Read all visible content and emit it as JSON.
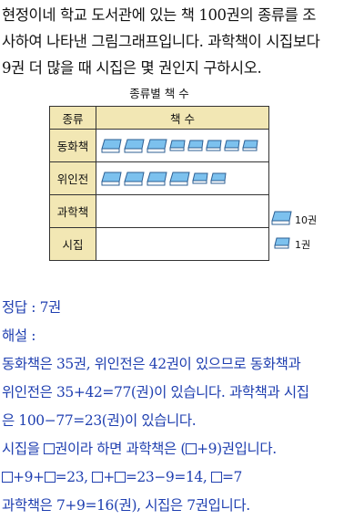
{
  "problem": {
    "lines": [
      "현정이네 학교 도서관에 있는 책 100권의 종류를 조",
      "사하여 나타낸 그림그래프입니다. 과학책이 시집보다",
      "9권 더 많을 때 시집은 몇 권인지 구하시오."
    ]
  },
  "chart_data": {
    "type": "table",
    "title": "종류별 책 수",
    "header": {
      "category": "종류",
      "count": "책 수"
    },
    "rows": [
      {
        "category": "동화책",
        "big": 3,
        "small": 5,
        "value": 35
      },
      {
        "category": "위인전",
        "big": 4,
        "small": 2,
        "value": 42
      },
      {
        "category": "과학책",
        "big": 0,
        "small": 0,
        "value": null
      },
      {
        "category": "시집",
        "big": 0,
        "small": 0,
        "value": null
      }
    ],
    "legend": [
      {
        "icon": "big-book-icon",
        "label": "10권"
      },
      {
        "icon": "small-book-icon",
        "label": "1권"
      }
    ]
  },
  "colors": {
    "book_fill": "#7cc1ee",
    "book_stroke": "#2d5f93",
    "header_bg": "#f2e7b4",
    "answer_text": "#1f3fb0"
  },
  "answer": {
    "final": "정답 : 7권",
    "label": "해설 :",
    "l1": "동화책은 35권, 위인전은 42권이 있으므로 동화책과",
    "l2": "위인전은 35+42=77(권)이 있습니다. 과학책과 시집",
    "l3": "은 100−77=23(권)이 있습니다.",
    "l4a": "시집을 ",
    "l4b": "권이라 하면 과학책은 (",
    "l4c": "+9)권입니다.",
    "l5a": "+9+",
    "l5b": "=23, ",
    "l5c": "+",
    "l5d": "=23−9=14, ",
    "l5e": "=7",
    "l6": "과학책은 7+9=16(권), 시집은 7권입니다."
  }
}
